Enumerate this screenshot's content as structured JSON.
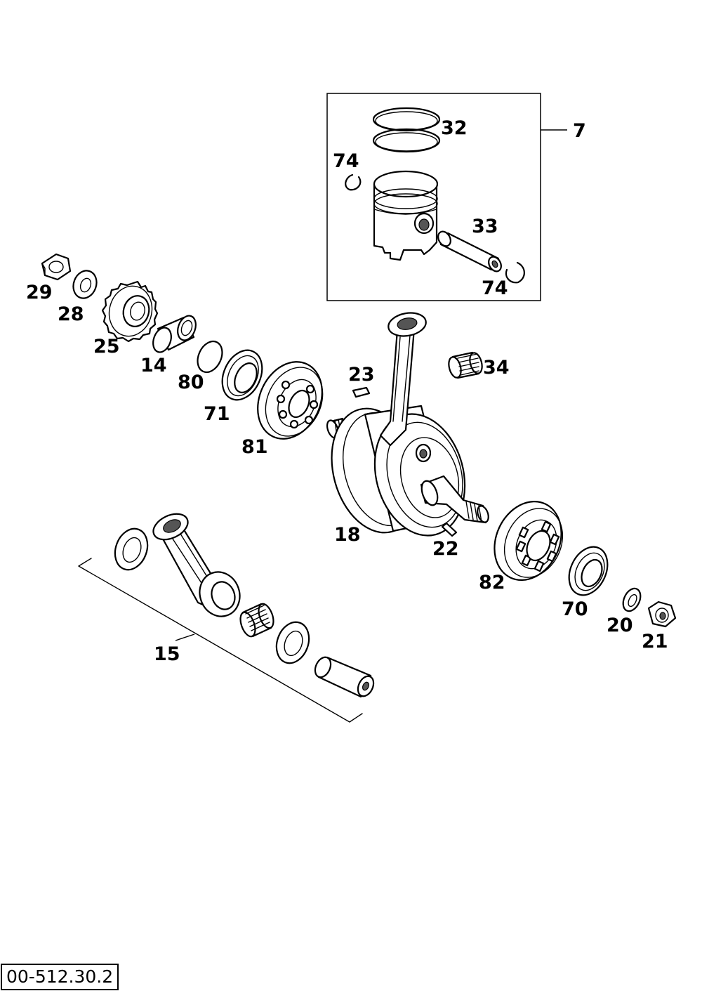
{
  "drawing": {
    "document_code": "00-512.30.2"
  },
  "callouts": {
    "c7": "7",
    "c32": "32",
    "c74a": "74",
    "c33": "33",
    "c74b": "74",
    "c29": "29",
    "c28": "28",
    "c25": "25",
    "c14": "14",
    "c80": "80",
    "c71": "71",
    "c81": "81",
    "c23": "23",
    "c34": "34",
    "c18": "18",
    "c22": "22",
    "c82": "82",
    "c70": "70",
    "c20": "20",
    "c21": "21",
    "c15": "15"
  }
}
